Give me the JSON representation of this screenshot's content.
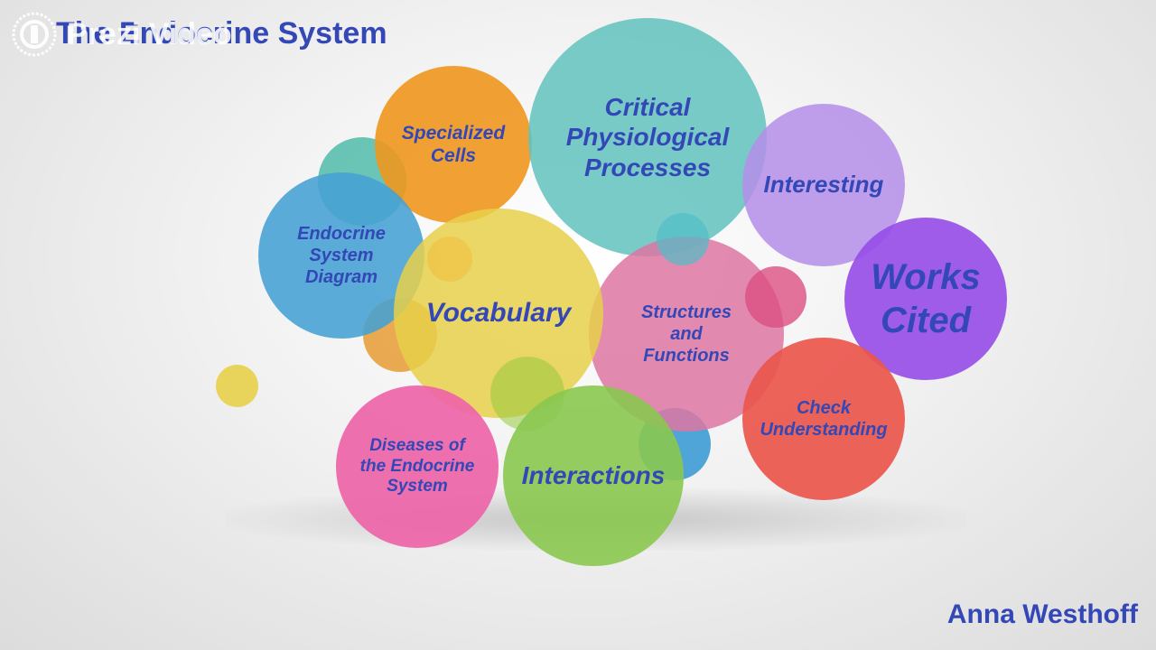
{
  "title": "The Endocrine System",
  "watermark": "Prezi Video",
  "author": "Anna Westhoff",
  "bubbles": {
    "specialized_cells": "Specialized\nCells",
    "critical_processes": "Critical\nPhysiological\nProcesses",
    "interesting": "Interesting",
    "endocrine_diagram": "Endocrine\nSystem\nDiagram",
    "vocabulary": "Vocabulary",
    "structures_functions": "Structures\nand\nFunctions",
    "works_cited": "Works\nCited",
    "check_understanding": "Check\nUnderstanding",
    "diseases": "Diseases of\nthe Endocrine\nSystem",
    "interactions": "Interactions"
  },
  "colors": {
    "text": "#3347b7",
    "orange": "#f0961e",
    "teal": "#6cc4c0",
    "lavender": "#b48ee9",
    "blue": "#4aa3d3",
    "yellow": "#e8d04a",
    "pink": "#df7fa8",
    "purple": "#9a4fe8",
    "red": "#ea5a50",
    "magenta": "#ee6aac",
    "green": "#8ccb50"
  }
}
